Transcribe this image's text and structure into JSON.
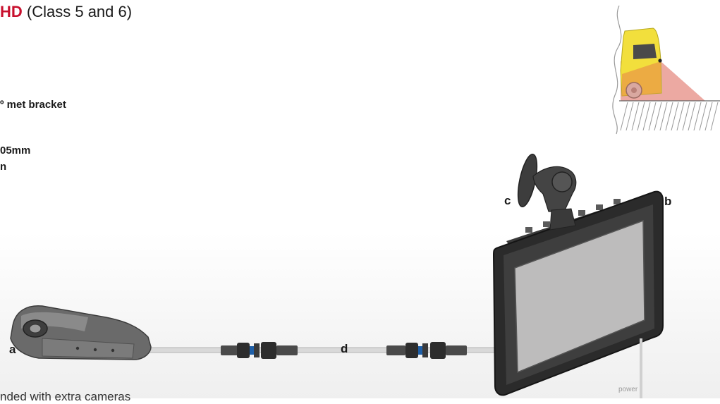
{
  "header": {
    "title_accent": "HD",
    "title_rest": " (Class 5 and 6)"
  },
  "specs": [
    "º met bracket",
    "05mm",
    "n"
  ],
  "labels": {
    "a": "a",
    "b": "b",
    "c": "c",
    "d": "d",
    "power": "power"
  },
  "footnote": "nded with extra cameras",
  "colors": {
    "accent": "#c8102e",
    "truck_body": "#f2df3c",
    "view_zone": "#e07a6e"
  }
}
